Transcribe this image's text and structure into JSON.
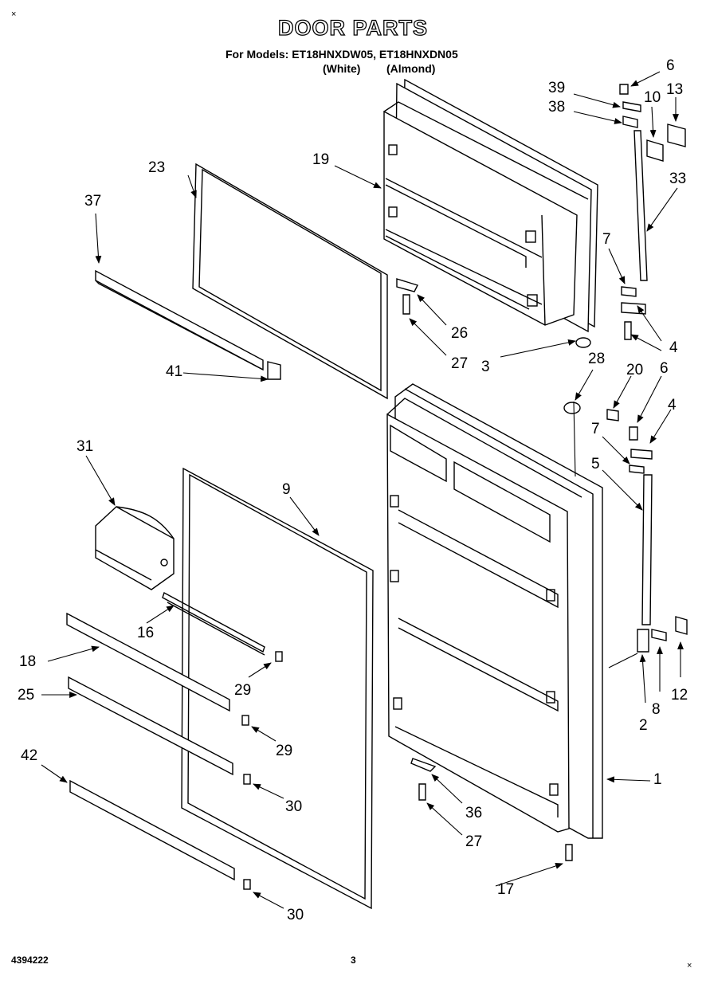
{
  "title": "DOOR PARTS",
  "models_line": "For Models: ET18HNXDW05, ET18HNXDN05",
  "color_white": "(White)",
  "color_almond": "(Almond)",
  "corner_mark": "×",
  "doc_number": "4394222",
  "page_number": "3",
  "callouts": {
    "c1": "1",
    "c2": "2",
    "c3": "3",
    "c4a": "4",
    "c4b": "4",
    "c5": "5",
    "c6a": "6",
    "c6b": "6",
    "c7a": "7",
    "c7b": "7",
    "c8": "8",
    "c9": "9",
    "c10": "10",
    "c12": "12",
    "c13": "13",
    "c16": "16",
    "c17": "17",
    "c18": "18",
    "c19": "19",
    "c20": "20",
    "c23": "23",
    "c25": "25",
    "c26": "26",
    "c27a": "27",
    "c27b": "27",
    "c28": "28",
    "c29a": "29",
    "c29b": "29",
    "c30a": "30",
    "c30b": "30",
    "c31": "31",
    "c33": "33",
    "c36": "36",
    "c37": "37",
    "c38": "38",
    "c39": "39",
    "c41": "41",
    "c42": "42"
  }
}
